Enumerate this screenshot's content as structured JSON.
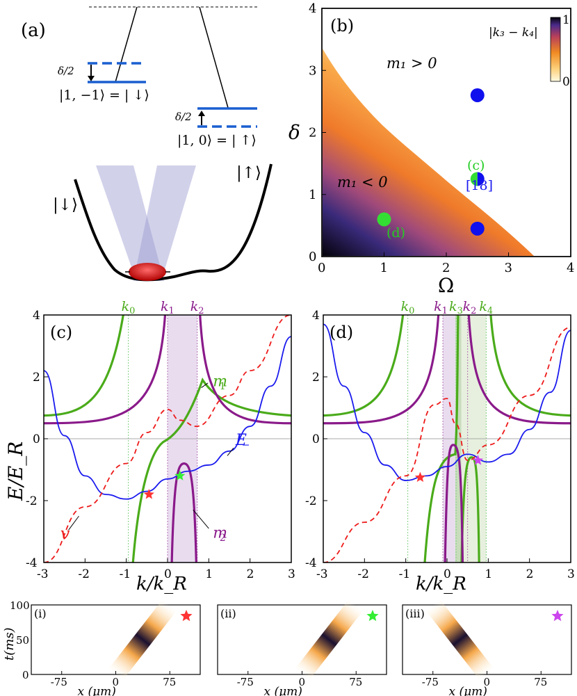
{
  "panel_a": {
    "label": "(a)",
    "delta_half_top": "δ/2",
    "delta_half_bottom": "δ/2",
    "state_down_level": "|1, −1⟩ = | ↓⟩",
    "state_up_level": "|1, 0⟩ = | ↑⟩",
    "ket_down": "|↓⟩",
    "ket_up": "|↑⟩"
  },
  "panel_b": {
    "label": "(b)",
    "xlabel": "Ω",
    "ylabel": "δ",
    "region_upper": "m₁ > 0",
    "region_lower": "m₁ < 0",
    "colorbar_label": "|k₃ − k₄|",
    "colorbar_max": "1",
    "colorbar_min": "0",
    "marker_c": "(c)",
    "marker_d": "(d)",
    "marker_ref": "[18]",
    "xticks": [
      "0",
      "1",
      "2",
      "3",
      "4"
    ],
    "yticks": [
      "0",
      "1",
      "2",
      "3",
      "4"
    ]
  },
  "panel_c": {
    "label": "(c)",
    "k_labels": [
      "k0",
      "k1",
      "k2"
    ],
    "series": [
      "m1",
      "E−",
      "m2",
      "v"
    ],
    "xticks": [
      "-3",
      "-2",
      "-1",
      "0",
      "1",
      "2",
      "3"
    ],
    "yticks": [
      "-4",
      "-2",
      "0",
      "2",
      "4"
    ]
  },
  "panel_d": {
    "label": "(d)",
    "k_labels": [
      "k0",
      "k1",
      "k3",
      "k2",
      "k4"
    ],
    "xticks": [
      "-3",
      "-2",
      "-1",
      "0",
      "1",
      "2",
      "3"
    ],
    "yticks": [
      "-4",
      "-2",
      "0",
      "2",
      "4"
    ]
  },
  "shared": {
    "ylabel": "E/E_R",
    "xlabel": "k/k_R"
  },
  "bottom": {
    "ylabel": "t(ms)",
    "xlabel": "x (μm)",
    "yticks": [
      "0",
      "50",
      "100"
    ],
    "xticks": [
      "-75",
      "0",
      "75"
    ],
    "panels": [
      "(i)",
      "(ii)",
      "(iii)"
    ]
  },
  "chart_data": [
    {
      "type": "heatmap",
      "panel": "(b)",
      "xlabel": "Ω",
      "ylabel": "δ",
      "xlim": [
        0,
        4
      ],
      "ylim": [
        0,
        4
      ],
      "boundary_curve": {
        "x": [
          0.0,
          0.5,
          1.0,
          1.5,
          2.0,
          2.5,
          3.0,
          3.4
        ],
        "y": [
          3.3,
          2.55,
          2.05,
          1.6,
          1.2,
          0.85,
          0.45,
          0.0
        ]
      },
      "markers": [
        {
          "x": 2.5,
          "y": 2.6,
          "color": "#1010ee"
        },
        {
          "x": 2.5,
          "y": 1.25,
          "color": "split-green-blue"
        },
        {
          "x": 2.5,
          "y": 0.45,
          "color": "#1010ee"
        },
        {
          "x": 1.0,
          "y": 0.6,
          "color": "#33dd33"
        }
      ]
    },
    {
      "type": "line",
      "panel": "(c)",
      "xlim": [
        -3,
        3
      ],
      "ylim": [
        -4,
        4
      ],
      "E_minus": {
        "x": [
          -3,
          -2.5,
          -2,
          -1.5,
          -1,
          -0.5,
          0,
          0.5,
          1,
          1.5,
          2,
          2.5,
          3
        ],
        "y": [
          2.2,
          0.1,
          -1.2,
          -1.8,
          -1.95,
          -1.7,
          -1.3,
          -1.05,
          -0.85,
          -0.4,
          0.4,
          1.7,
          3.3
        ]
      },
      "v": {
        "x": [
          -3,
          -2,
          -1,
          -0.5,
          0,
          0.3,
          0.7,
          1.5,
          2,
          3
        ],
        "y": [
          -4,
          -2.2,
          -0.8,
          0.2,
          0.95,
          0.6,
          0.4,
          1.4,
          2.2,
          4
        ]
      },
      "markers": [
        {
          "x": -0.45,
          "y": -1.8,
          "color": "#ff3333"
        },
        {
          "x": 0.3,
          "y": -1.2,
          "color": "#33ee33"
        }
      ]
    },
    {
      "type": "line",
      "panel": "(d)",
      "xlim": [
        -3,
        3
      ],
      "ylim": [
        -4,
        4
      ],
      "E_minus": {
        "x": [
          -3,
          -2.5,
          -2,
          -1.5,
          -1,
          -0.5,
          0,
          0.5,
          1,
          1.5,
          2,
          2.5,
          3
        ],
        "y": [
          3.7,
          1.7,
          0.2,
          -0.85,
          -1.35,
          -1.2,
          -0.9,
          -0.5,
          -0.75,
          -0.5,
          0.3,
          1.5,
          3.5
        ]
      },
      "v": {
        "x": [
          -3,
          -2,
          -1,
          -0.3,
          0,
          0.2,
          0.5,
          1,
          2,
          3
        ],
        "y": [
          -4,
          -2.7,
          -1.2,
          1.1,
          1.3,
          0.5,
          -0.7,
          -0.2,
          1.4,
          3.6
        ]
      },
      "markers": [
        {
          "x": -0.65,
          "y": -1.25,
          "color": "#ff3333"
        },
        {
          "x": 0.75,
          "y": -0.7,
          "color": "#cc44ee"
        }
      ]
    }
  ]
}
